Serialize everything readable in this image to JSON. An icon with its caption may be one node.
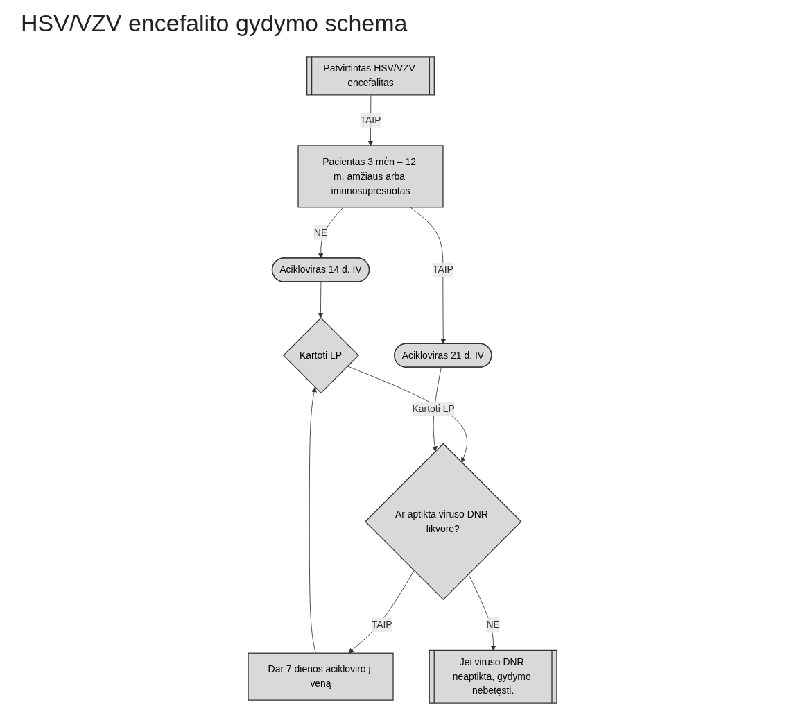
{
  "diagram": {
    "title": "HSV/VZV encefalito gydymo schema",
    "nodes": [
      {
        "text": [
          "Patvirtintas HSV/VZV encefalitas"
        ]
      },
      {
        "text": [
          "Pacientas 3 mėn – 12 m. amžiaus arba imunosupresuotas"
        ]
      },
      {
        "text": [
          "Acikloviras 14 d. IV"
        ]
      },
      {
        "text": [
          "Acikloviras 21 d. IV"
        ]
      },
      {
        "text": [
          "Kartoti LP"
        ]
      },
      {
        "text": [
          "Dar 7 dienos acikloviro į veną"
        ]
      },
      {
        "text": [
          "Ar aptikta viruso DNR likvore?"
        ]
      },
      {
        "text": [
          "Jei viruso DNR neaptikta, gydymo nebetęsti."
        ]
      }
    ],
    "edges": [
      {
        "from": 0,
        "to": 1,
        "label": "TAIP",
        "arrow": "to"
      },
      {
        "from": 1,
        "to": 2,
        "label": "NE",
        "arrow": "to"
      },
      {
        "from": 1,
        "to": 3,
        "label": "TAIP",
        "arrow": "to"
      },
      {
        "from": 2,
        "to": 4,
        "arrow": "to"
      },
      {
        "from": 4,
        "to": 6,
        "arrow": "to"
      },
      {
        "from": 3,
        "to": 6,
        "label": "Kartoti LP",
        "arrow": "to"
      },
      {
        "from": 6,
        "to": 5,
        "label": "TAIP",
        "arrow": "to"
      },
      {
        "from": 5,
        "to": 4,
        "arrow": "to"
      },
      {
        "from": 6,
        "to": 7,
        "label": "NE",
        "arrow": "to"
      }
    ]
  }
}
